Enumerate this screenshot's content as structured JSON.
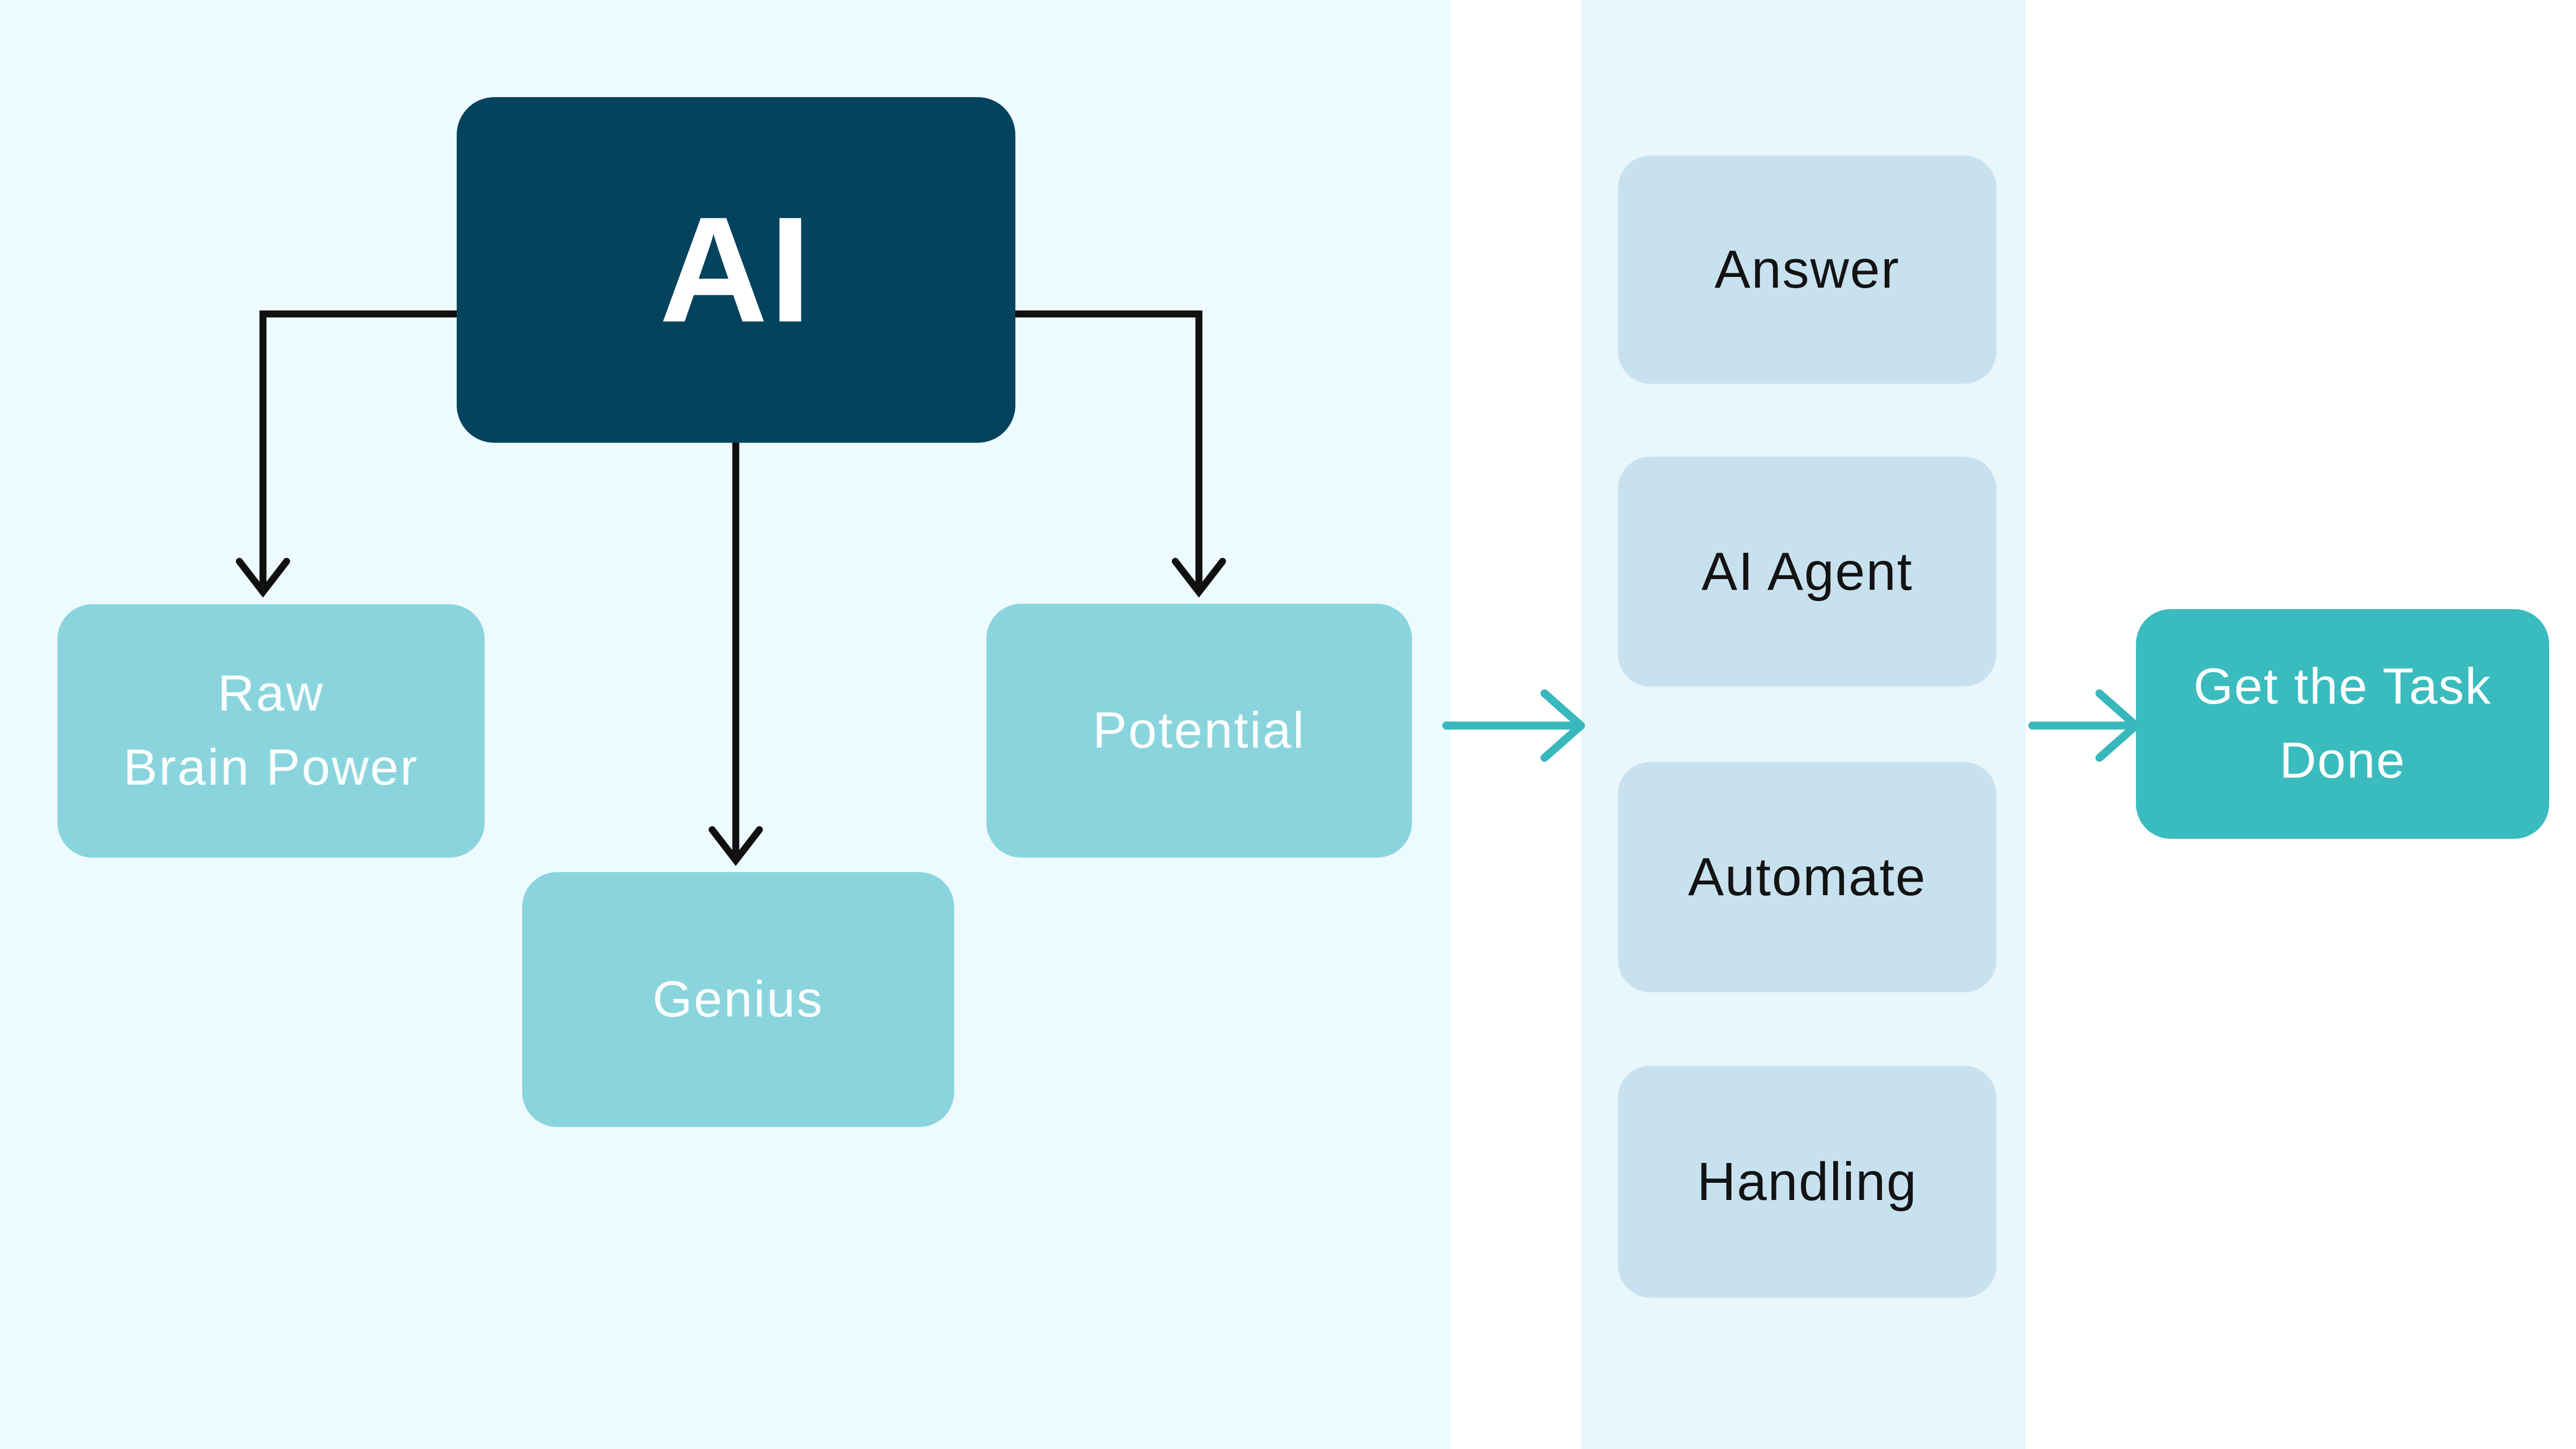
{
  "title": "AI flowchart diagram",
  "colors": {
    "canvas_bg": "#ffffff",
    "left_panel_bg": "#edfaff",
    "strip_bg": "#e9f6fc",
    "root_box": "#04435e",
    "branch_box": "#8ad5dd",
    "pipeline_box": "#c8e1ee",
    "result_box": "#3abcbf",
    "black_arrow": "#101010",
    "teal_arrow": "#38b8bd",
    "root_text": "#ffffff",
    "branch_text": "#ffffff",
    "pipeline_text": "#131313",
    "result_text": "#ffffff"
  },
  "diagram": {
    "root": {
      "label": "AI"
    },
    "branches": [
      {
        "id": "raw-brain-power",
        "lines": [
          "Raw",
          "Brain Power"
        ]
      },
      {
        "id": "genius",
        "lines": [
          "Genius"
        ]
      },
      {
        "id": "potential",
        "lines": [
          "Potential"
        ]
      }
    ],
    "pipeline": [
      {
        "id": "answer",
        "label": "Answer"
      },
      {
        "id": "ai-agent",
        "label": "AI Agent"
      },
      {
        "id": "automate",
        "label": "Automate"
      },
      {
        "id": "handling",
        "label": "Handling"
      }
    ],
    "result": {
      "lines": [
        "Get the Task",
        "Done"
      ]
    }
  }
}
